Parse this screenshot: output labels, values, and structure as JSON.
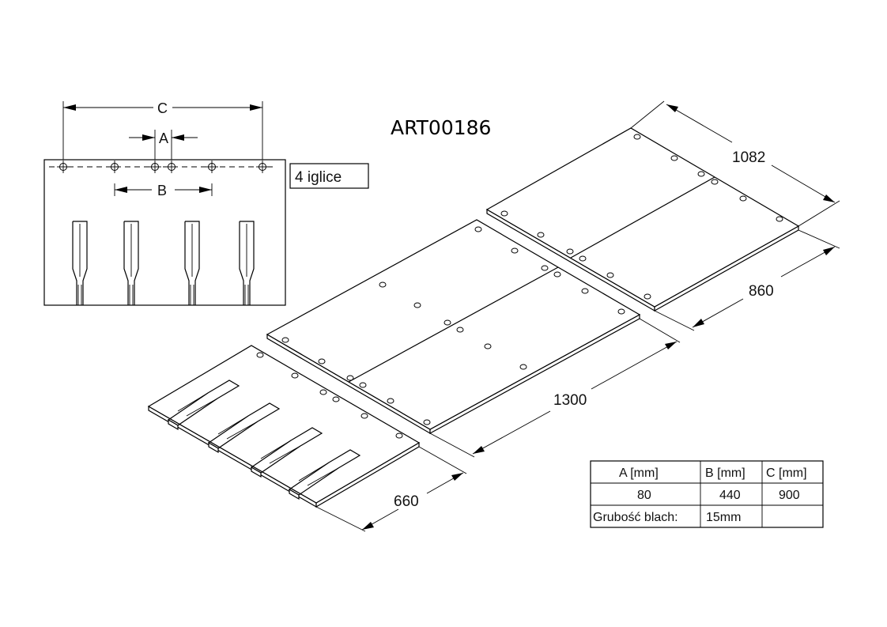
{
  "drawing_title": "ART00186",
  "needles_label": "4 iglice",
  "front_view_labels": {
    "A": "A",
    "B": "B",
    "C": "C"
  },
  "dimensions": {
    "upper_width": "1082",
    "upper_depth": "860",
    "middle_length": "1300",
    "lower_width": "660"
  },
  "table": {
    "headers": [
      "A [mm]",
      "B [mm]",
      "C [mm]"
    ],
    "values": [
      "80",
      "440",
      "900"
    ],
    "thickness_label": "Grubość blach:",
    "thickness_value": "15mm"
  }
}
